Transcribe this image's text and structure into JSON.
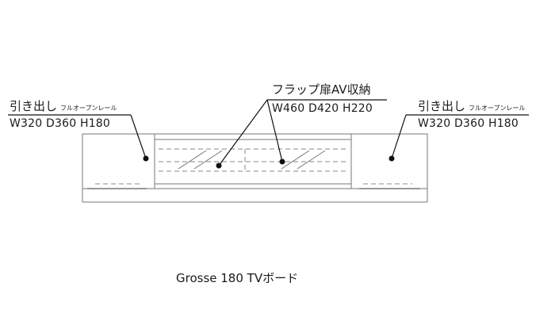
{
  "left_drawer": {
    "name": "引き出し",
    "note": "フルオープンレール",
    "dims": "W320 D360 H180"
  },
  "center_compartment": {
    "name": "フラップ扉AV収納",
    "dims": "W460 D420 H220"
  },
  "right_drawer": {
    "name": "引き出し",
    "note": "フルオープンレール",
    "dims": "W320 D360 H180"
  },
  "caption": "Grosse 180 TVボード"
}
